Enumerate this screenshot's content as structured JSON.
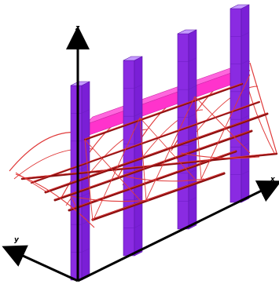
{
  "axes": {
    "x_label": "x",
    "y_label": "y",
    "z_label": "z"
  },
  "colors": {
    "background": "#ffffff",
    "column_face": "#8a2be2",
    "column_side": "#7a1fd6",
    "column_top": "#c59bff",
    "beam_top": "#ff66dd",
    "beam_side": "#ff33cc",
    "cable_light": "#e03a3a",
    "cable_dark": "#8b1010",
    "axis": "#000000"
  },
  "scene": {
    "column_count": 4,
    "bay_count": 3,
    "arch_count": 4
  }
}
